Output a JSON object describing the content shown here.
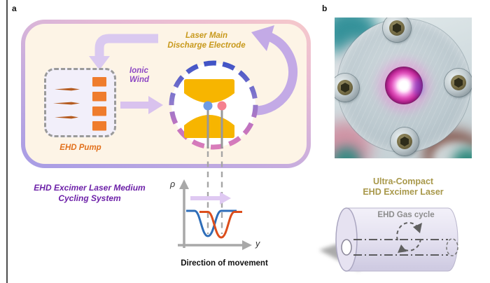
{
  "figure": {
    "panel_a_label": "a",
    "panel_b_label": "b"
  },
  "panel_a": {
    "electrode_label": {
      "line1": "Laser Main",
      "line2": "Discharge Electrode"
    },
    "ionic_wind": {
      "line1": "Ionic",
      "line2": "Wind"
    },
    "pump_label": "EHD Pump",
    "system_label": {
      "line1": "EHD Excimer Laser Medium",
      "line2": "Cycling System"
    },
    "plot": {
      "ylabel": "ρ",
      "xlabel": "y",
      "caption": "Direction of movement",
      "chart_data": {
        "type": "line",
        "xlabel": "y",
        "ylabel": "ρ",
        "description": "Gas density ρ versus position y: two overlapping inverted-Gaussian density dips; the orange dip is shifted in +y relative to the blue dip, showing movement of the low-density discharge channel under the two electrode pins; a lavender arrow above the curves marks the movement direction (+y).",
        "x": [
          0,
          1,
          2,
          3,
          3.5,
          4,
          4.5,
          5,
          5.5,
          6,
          6.5,
          7,
          8,
          9,
          10
        ],
        "series": [
          {
            "name": "density dip (earlier, blue)",
            "color": "#2e6db8",
            "values": [
              1,
              1,
              1,
              0.9,
              0.62,
              0.45,
              0.62,
              0.9,
              0.98,
              1,
              1,
              1,
              1,
              1,
              1
            ]
          },
          {
            "name": "density dip (later, orange)",
            "color": "#dc4e1c",
            "values": [
              1,
              1,
              1,
              1,
              0.98,
              0.9,
              0.62,
              0.45,
              0.62,
              0.9,
              0.98,
              1,
              1,
              1,
              1
            ]
          }
        ],
        "ylim": [
          0,
          1.3
        ],
        "grid": false,
        "legend": "none"
      }
    },
    "colors": {
      "box_border_top": "#f6c9cb",
      "box_border_bottom": "#a79ce5",
      "box_fill": "#fdf4e6",
      "electrode_gold": "#f7b500",
      "ring_top_blue": "#4053c6",
      "ring_bottom_pink": "#d97cba",
      "pump_orange": "#ef7c2d",
      "needle_brown": "#b45a1e",
      "arrow_lavender": "#d9c6ef",
      "pin_blue": "#6f9be4",
      "pin_pink": "#f5808f"
    }
  },
  "panel_b": {
    "caption": {
      "line1": "Ultra-Compact",
      "line2": "EHD Excimer Laser"
    },
    "gas_cycle_label": "EHD Gas cycle",
    "photo_description": "Metal end plate of the compact excimer laser held in hand: four hex-socket screws around a glowing pink discharge aperture"
  }
}
